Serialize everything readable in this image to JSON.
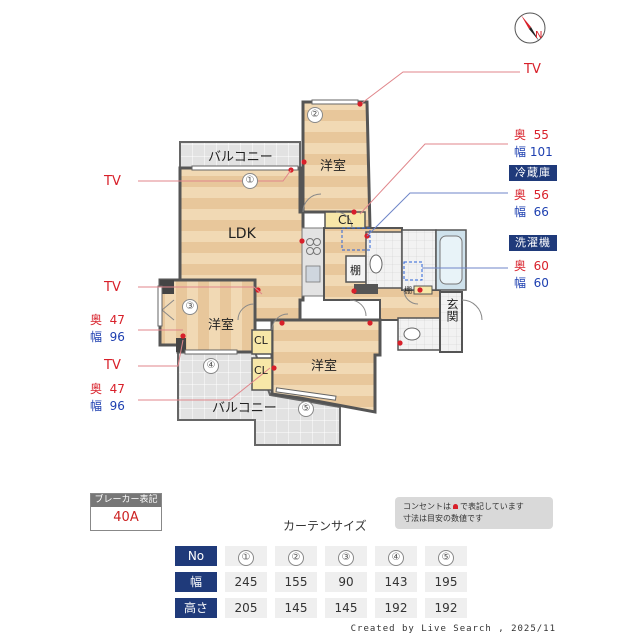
{
  "callouts": {
    "tv_top": "TV",
    "tv_left1": "TV",
    "tv_left2": "TV",
    "tv_left3": "TV",
    "room_right_top": {
      "oku_label": "奥",
      "oku_val": "55",
      "haba_label": "幅",
      "haba_val": "101"
    },
    "fridge": {
      "title": "冷蔵庫",
      "oku_label": "奥",
      "oku_val": "56",
      "haba_label": "幅",
      "haba_val": "66"
    },
    "washer": {
      "title": "洗濯機",
      "oku_label": "奥",
      "oku_val": "60",
      "haba_label": "幅",
      "haba_val": "60"
    },
    "left_a": {
      "oku_label": "奥",
      "oku_val": "47",
      "haba_label": "幅",
      "haba_val": "96"
    },
    "left_b": {
      "oku_label": "奥",
      "oku_val": "47",
      "haba_label": "幅",
      "haba_val": "96"
    }
  },
  "rooms": {
    "balcony_top": "バルコニー",
    "balcony_bottom": "バルコニー",
    "yoshitsu_top": "洋室",
    "ldk": "LDK",
    "yoshitsu_left": "洋室",
    "yoshitsu_right": "洋室",
    "cl1": "CL",
    "cl2": "CL",
    "cl3": "CL",
    "tana1": "棚",
    "tana2": "棚",
    "genkan": "玄関"
  },
  "window_numbers": [
    "①",
    "②",
    "③",
    "④",
    "⑤"
  ],
  "breaker": {
    "label": "ブレーカー表記",
    "value": "40A"
  },
  "notes": {
    "line1_a": "コンセントは",
    "line1_b": "で表記しています",
    "line2": "寸法は目安の数値です"
  },
  "curtain": {
    "title": "カーテンサイズ",
    "header": [
      "No",
      "①",
      "②",
      "③",
      "④",
      "⑤"
    ],
    "rows": [
      {
        "label": "幅",
        "values": [
          "245",
          "155",
          "90",
          "143",
          "195"
        ]
      },
      {
        "label": "高さ",
        "values": [
          "205",
          "145",
          "145",
          "192",
          "192"
        ]
      }
    ]
  },
  "footer": "Created by Live Search , 2025/11",
  "compass": {
    "letter": "N"
  },
  "colors": {
    "accent_navy": "#1f3a7a",
    "red": "#d8202a",
    "blue": "#1d3fb0"
  }
}
